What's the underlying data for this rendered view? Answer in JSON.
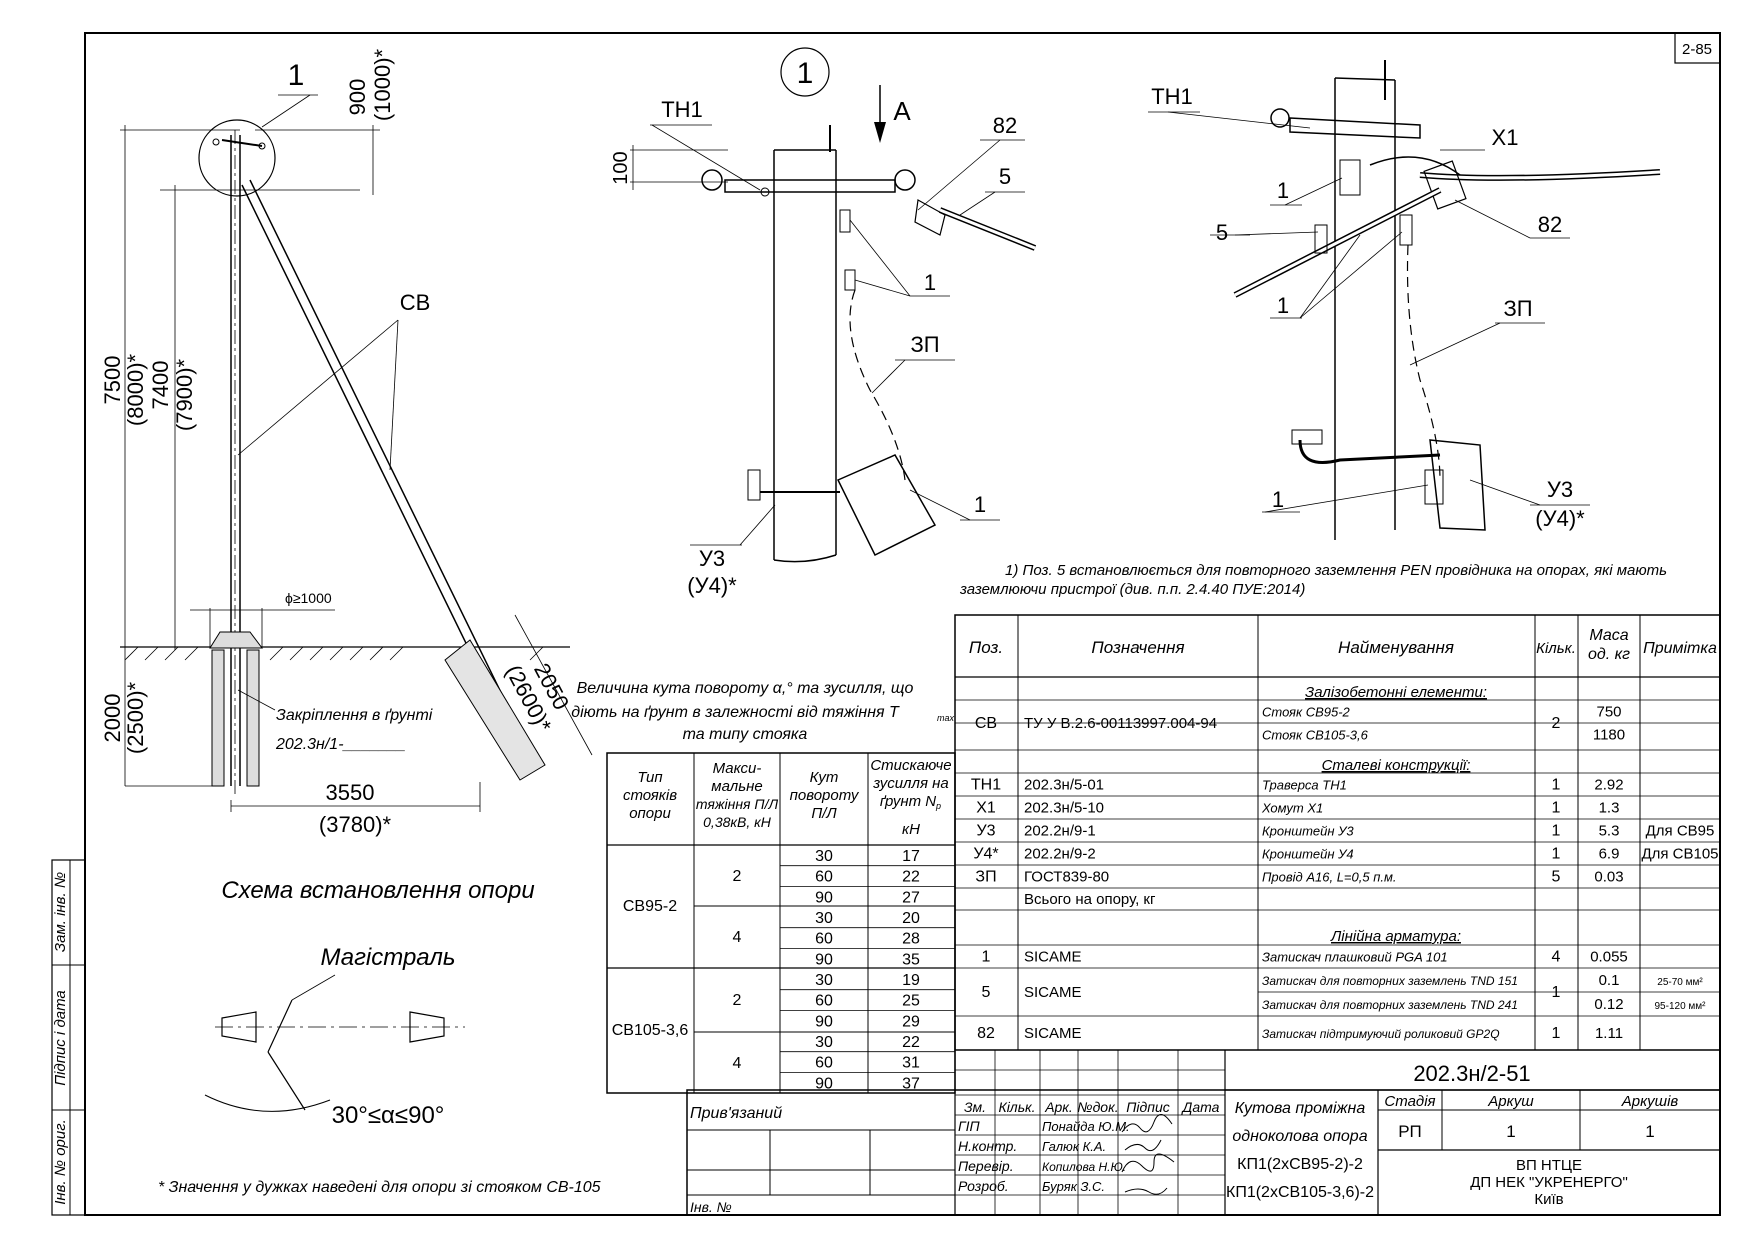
{
  "sheet_code": "2-85",
  "left_view": {
    "callout": "1",
    "dims": {
      "top": "900",
      "top_alt": "(1000)*",
      "total": "7500",
      "total_alt": "(8000)*",
      "above": "7400",
      "above_alt": "(7900)*",
      "ground": "2000",
      "ground_alt": "(2500)*",
      "strut": "2050",
      "strut_alt": "(2600)*",
      "base": "3550",
      "base_alt": "(3780)*",
      "diameter": "ϕ≥1000"
    },
    "strut_label": "СВ",
    "anchor_label": "Закріплення в ґрунті",
    "anchor_ref": "202.3н/1-_______",
    "title": "Схема встановлення опори"
  },
  "plan_view": {
    "label": "Магістраль",
    "angle": "30°≤α≤90°"
  },
  "footnote_star": "* Значення у дужках наведені для опори зі стояком СВ-105",
  "detail_center": {
    "callout": "1",
    "view": "А",
    "dim": "100",
    "labels": {
      "th1": "ТН1",
      "p82": "82",
      "p5": "5",
      "p1a": "1",
      "zp": "ЗП",
      "p1b": "1",
      "u3": "У3",
      "u4": "(У4)*"
    }
  },
  "detail_right": {
    "labels": {
      "th1": "ТН1",
      "x1": "Х1",
      "p1a": "1",
      "p5": "5",
      "p82": "82",
      "p1b": "1",
      "zp": "ЗП",
      "p1c": "1",
      "u3": "У3",
      "u4": "(У4)*"
    }
  },
  "note": {
    "line1": "1) Поз. 5 встановлюється для повторного заземлення PEN провідника на опорах, які мають",
    "line2": "заземлюючи пристрої (див. п.п. 2.4.40 ПУЕ:2014)"
  },
  "force_table": {
    "caption1": "Величина кута повороту α,° та зусилля, що",
    "caption2": "діють на ґрунт в залежності від тяжіння T",
    "caption2_sub": "max",
    "caption3": "та типу стояка",
    "headers": {
      "type": [
        "Тип",
        "стояків",
        "опори"
      ],
      "tension": [
        "Макси-",
        "мальне",
        "тяжіння П/Л",
        "0,38кВ, кН"
      ],
      "angle": [
        "Кут",
        "повороту",
        "П/Л"
      ],
      "force": [
        "Стискаюче",
        "зусилля на",
        "ґрунт N",
        "кН"
      ]
    },
    "force_sub": "p",
    "groups": [
      {
        "type": "СВ95-2",
        "sub": [
          {
            "tension": "2",
            "rows": [
              [
                "30",
                "17"
              ],
              [
                "60",
                "22"
              ],
              [
                "90",
                "27"
              ]
            ]
          },
          {
            "tension": "4",
            "rows": [
              [
                "30",
                "20"
              ],
              [
                "60",
                "28"
              ],
              [
                "90",
                "35"
              ]
            ]
          }
        ]
      },
      {
        "type": "СВ105-3,6",
        "sub": [
          {
            "tension": "2",
            "rows": [
              [
                "30",
                "19"
              ],
              [
                "60",
                "25"
              ],
              [
                "90",
                "29"
              ]
            ]
          },
          {
            "tension": "4",
            "rows": [
              [
                "30",
                "22"
              ],
              [
                "60",
                "31"
              ],
              [
                "90",
                "37"
              ]
            ]
          }
        ]
      }
    ]
  },
  "spec_table": {
    "headers": {
      "pos": "Поз.",
      "designation": "Позначення",
      "name": "Найменування",
      "qty": "Кільк.",
      "mass1": "Маса",
      "mass2": "од. кг",
      "note": "Примітка"
    },
    "sections": {
      "concrete": "Залізобетонні елементи:",
      "steel": "Сталеві конструкції:",
      "fittings": "Лінійна арматура:"
    },
    "rows": [
      {
        "pos": "СВ",
        "designation": "ТУ У В.2.6-00113997.004-94",
        "name": "Стояк СВ95-2",
        "qty": "2",
        "mass": "750",
        "note": ""
      },
      {
        "pos": "",
        "designation": "",
        "name": "Стояк СВ105-3,6",
        "qty": "",
        "mass": "1180",
        "note": ""
      },
      {
        "pos": "ТН1",
        "designation": "202.3н/5-01",
        "name": "Траверса ТН1",
        "qty": "1",
        "mass": "2.92",
        "note": ""
      },
      {
        "pos": "Х1",
        "designation": "202.3н/5-10",
        "name": "Хомут Х1",
        "qty": "1",
        "mass": "1.3",
        "note": ""
      },
      {
        "pos": "У3",
        "designation": "202.2н/9-1",
        "name": "Кронштейн У3",
        "qty": "1",
        "mass": "5.3",
        "note": "Для СВ95"
      },
      {
        "pos": "У4*",
        "designation": "202.2н/9-2",
        "name": "Кронштейн У4",
        "qty": "1",
        "mass": "6.9",
        "note": "Для СВ105"
      },
      {
        "pos": "ЗП",
        "designation": "ГОСТ839-80",
        "name": "Провід А16, L=0,5 п.м.",
        "qty": "5",
        "mass": "0.03",
        "note": ""
      },
      {
        "pos": "",
        "designation": "Всього на опору, кг",
        "name": "",
        "qty": "",
        "mass": "",
        "note": ""
      },
      {
        "pos": "1",
        "designation": "SICAME",
        "name": "Затискач плашковий PGA 101",
        "qty": "4",
        "mass": "0.055",
        "note": ""
      },
      {
        "pos": "5",
        "designation": "SICAME",
        "name": "Затискач для повторних заземлень TND 151",
        "qty": "1",
        "mass": "0.1",
        "note": "25-70 мм²"
      },
      {
        "pos": "",
        "designation": "",
        "name": "Затискач для повторних заземлень TND 241",
        "qty": "",
        "mass": "0.12",
        "note": "95-120 мм²"
      },
      {
        "pos": "82",
        "designation": "SICAME",
        "name": "Затискач підтримуючий роликовий GP2Q",
        "qty": "1",
        "mass": "1.11",
        "note": ""
      }
    ]
  },
  "title_block": {
    "code": "202.3н/2-51",
    "attached": "Прив'язаний",
    "inv_no": "Інв. №",
    "col_headers": [
      "Зм.",
      "Кільк.",
      "Арк.",
      "№док.",
      "Підпис",
      "Дата"
    ],
    "people": [
      {
        "role": "ГІП",
        "name": "Понайда Ю.М."
      },
      {
        "role": "Н.контр.",
        "name": "Галюк К.А."
      },
      {
        "role": "Перевір.",
        "name": "Копилова Н.Ю."
      },
      {
        "role": "Розроб.",
        "name": "Буряк З.С."
      }
    ],
    "title_lines": [
      "Кутова проміжна",
      "одноколова опора",
      "КП1(2хСВ95-2)-2",
      "КП1(2хСВ105-3,6)-2"
    ],
    "stage_hdr": "Стадія",
    "sheet_hdr": "Аркуш",
    "sheets_hdr": "Аркушів",
    "stage": "РП",
    "sheet": "1",
    "sheets": "1",
    "org": [
      "ВП НТЦЕ",
      "ДП НЕК \"УКРЕНЕРГО\"",
      "Київ"
    ]
  },
  "side_strip": [
    "Зам. інв. №",
    "Підпис і дата",
    "Інв. № ориг."
  ]
}
